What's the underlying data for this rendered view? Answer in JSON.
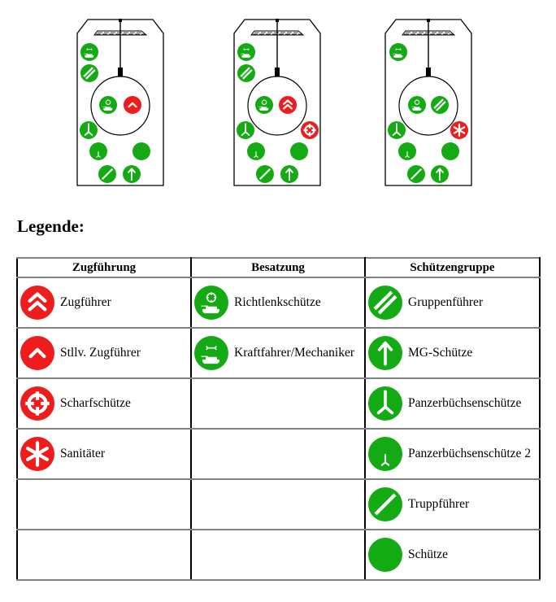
{
  "colors": {
    "red": "#ee1c1c",
    "green": "#13aa13",
    "icon_fg": "#ffffff",
    "table_h_lines": "#808080",
    "table_v_lines": "#000000"
  },
  "formations": [
    {
      "name": "formation-1",
      "left_column": [
        "kraftfahrer-icon",
        "gruppenfuehrer-icon"
      ],
      "center_circle": [
        "richtlenkschuetze-icon",
        "stllv-zugfuehrer-icon"
      ],
      "right_slot": null,
      "lower": [
        "panzerbuechsenschuetze-icon",
        "panzerbuechsenschuetze-2-icon",
        "schuetze-icon",
        "truppfuehrer-icon",
        "mg-schuetze-icon"
      ]
    },
    {
      "name": "formation-2",
      "left_column": [
        "kraftfahrer-icon",
        "gruppenfuehrer-icon"
      ],
      "center_circle": [
        "richtlenkschuetze-icon",
        "zugfuehrer-icon"
      ],
      "right_slot": "scharfschuetze-icon",
      "lower": [
        "panzerbuechsenschuetze-icon",
        "panzerbuechsenschuetze-2-icon",
        "schuetze-icon",
        "truppfuehrer-icon",
        "mg-schuetze-icon"
      ]
    },
    {
      "name": "formation-3",
      "left_column": [
        "kraftfahrer-icon"
      ],
      "center_circle": [
        "richtlenkschuetze-icon",
        "gruppenfuehrer-icon"
      ],
      "right_slot": "sanitaeter-icon",
      "lower": [
        "panzerbuechsenschuetze-icon",
        "panzerbuechsenschuetze-2-icon",
        "schuetze-icon",
        "truppfuehrer-icon",
        "mg-schuetze-icon"
      ]
    }
  ],
  "legend": {
    "title": "Legende:",
    "columns": [
      "Zugführung",
      "Besatzung",
      "Schützengruppe"
    ],
    "rows": [
      [
        {
          "icon": "zugfuehrer",
          "label": "Zugführer"
        },
        {
          "icon": "richtlenkschuetze",
          "label": "Richtlenkschütze"
        },
        {
          "icon": "gruppenfuehrer",
          "label": "Gruppenführer"
        }
      ],
      [
        {
          "icon": "stllv-zugfuehrer",
          "label": "Stllv. Zugführer"
        },
        {
          "icon": "kraftfahrer",
          "label": "Kraftfahrer/Mechaniker"
        },
        {
          "icon": "mg-schuetze",
          "label": "MG-Schütze"
        }
      ],
      [
        {
          "icon": "scharfschuetze",
          "label": "Scharfschütze"
        },
        null,
        {
          "icon": "panzerbuechsenschuetze",
          "label": "Panzerbüchsenschütze"
        }
      ],
      [
        {
          "icon": "sanitaeter",
          "label": "Sanitäter"
        },
        null,
        {
          "icon": "panzerbuechsenschuetze-2",
          "label": "Panzerbüchsenschütze 2"
        }
      ],
      [
        null,
        null,
        {
          "icon": "truppfuehrer",
          "label": "Truppführer"
        }
      ],
      [
        null,
        null,
        {
          "icon": "schuetze",
          "label": "Schütze"
        }
      ]
    ]
  }
}
